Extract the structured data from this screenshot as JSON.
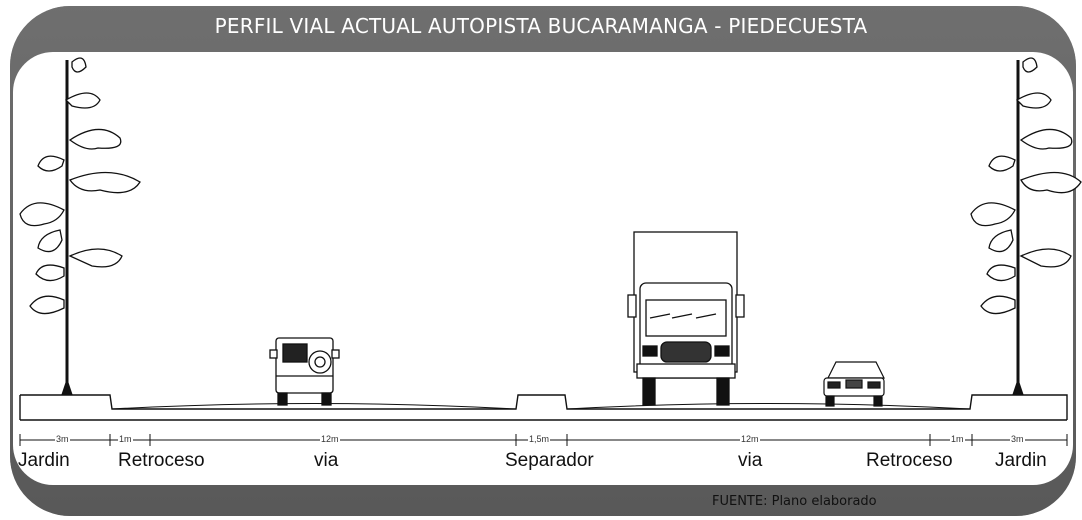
{
  "title": "PERFIL VIAL ACTUAL AUTOPISTA BUCARAMANGA - PIEDECUESTA",
  "source": "FUENTE: Plano elaborado",
  "segments": [
    {
      "label": "Jardin",
      "width": "3m"
    },
    {
      "label": "Retroceso",
      "width": "1m"
    },
    {
      "label": "via",
      "width": "12m"
    },
    {
      "label": "Separador",
      "width": "1,5m"
    },
    {
      "label": "via",
      "width": "12m"
    },
    {
      "label": "Retroceso",
      "width": "1m"
    },
    {
      "label": "Jardin",
      "width": "3m"
    }
  ],
  "icons": [
    "tree-icon",
    "suv-icon",
    "truck-icon",
    "car-icon",
    "tree-icon"
  ],
  "colors": {
    "frame": "#5e5e5e",
    "title_text": "#ffffff",
    "line": "#111111"
  }
}
